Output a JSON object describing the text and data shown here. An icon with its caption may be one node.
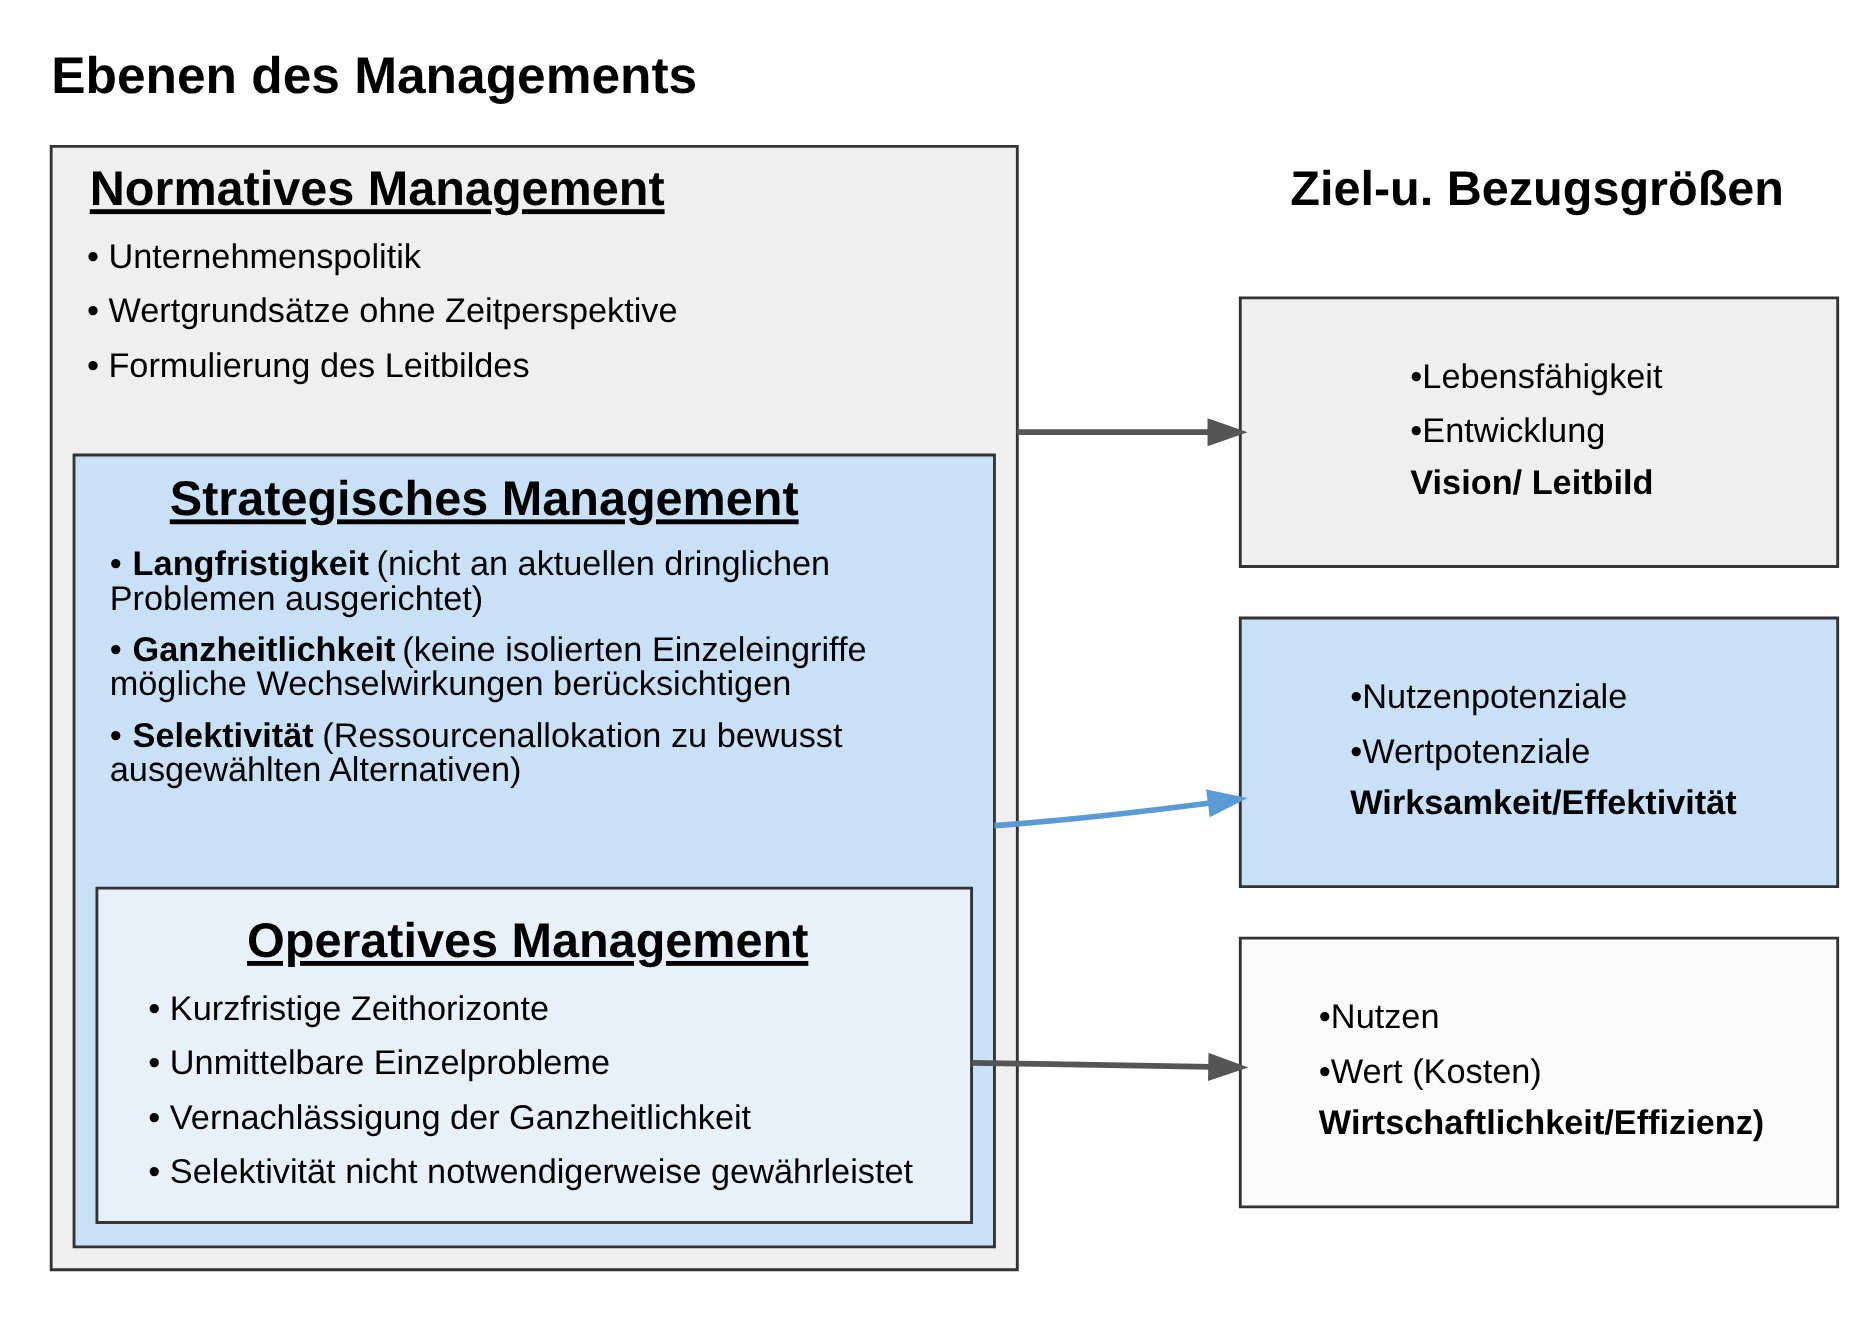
{
  "diagram": {
    "title": "Ebenen des Managements",
    "nodes": [
      {
        "text": [
          "Normatives Management",
          "• Unternehmenspolitik",
          "• Wertgrundsätze ohne Zeitperspektive",
          "• Formulierung des Leitbildes"
        ]
      },
      {
        "text": [
          "Strategisches Management",
          "• **Langfristigkeit** (nicht an aktuellen dringlichen Problemen ausgerichtet)",
          "• **Ganzheitlichkeit** (keine isolierten Einzeleingriffe mögliche Wechselwirkungen berücksichtigen",
          "• **Selektivität** (Ressourcenallokation zu bewusst ausgewählten Alternativen)"
        ],
        "in": 0
      },
      {
        "text": [
          "Operatives Management",
          "• Kurzfristige Zeithorizonte",
          "• Unmittelbare Einzelprobleme",
          "• Vernachlässigung der Ganzheitlichkeit",
          "• Selektivität nicht notwendigerweise gewährleistet"
        ],
        "in": 1
      },
      {
        "text": [
          "Ziel-u. Bezugsgrößen"
        ]
      },
      {
        "text": [
          "•Lebensfähigkeit",
          "•Entwicklung",
          "Vision/ Leitbild"
        ]
      },
      {
        "text": [
          "•Nutzenpotenziale",
          "•Wertpotenziale",
          "Wirksamkeit/Effektivität"
        ]
      },
      {
        "text": [
          "•Nutzen",
          "•Wert (Kosten)",
          "Wirtschaftlichkeit/Effizienz)"
        ]
      }
    ],
    "edges": [
      {
        "from": 0,
        "to": 4,
        "arrow": "to"
      },
      {
        "from": 1,
        "to": 5,
        "arrow": "to",
        "color": "#5b9bd5"
      },
      {
        "from": 2,
        "to": 6,
        "arrow": "to"
      }
    ]
  }
}
